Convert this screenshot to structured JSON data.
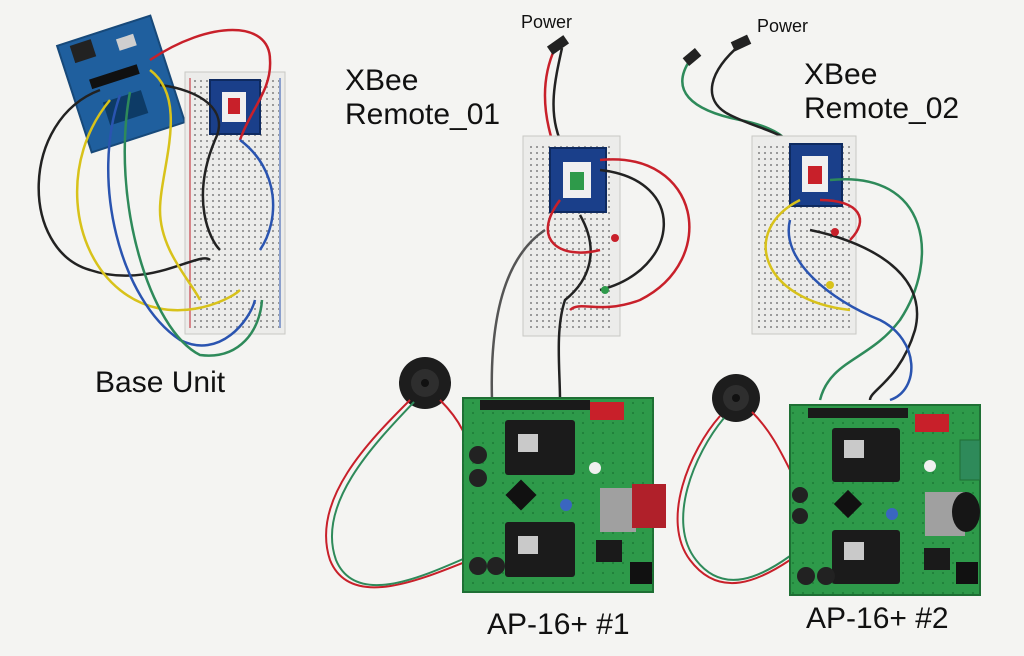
{
  "labels": {
    "power_1": "Power",
    "power_2": "Power",
    "xbee_remote_01_line1": "XBee",
    "xbee_remote_01_line2": "Remote_01",
    "xbee_remote_02_line1": "XBee",
    "xbee_remote_02_line2": "Remote_02",
    "base_unit": "Base Unit",
    "ap16_1": "AP-16+ #1",
    "ap16_2": "AP-16+ #2"
  },
  "objects": [
    "arduino-board",
    "base-breadboard",
    "xbee-module-base",
    "remote-01-breadboard",
    "xbee-module-remote-01",
    "remote-02-breadboard",
    "xbee-module-remote-02",
    "speaker-1",
    "speaker-2",
    "ap16-board-1",
    "ap16-board-2",
    "sd-card"
  ],
  "colors": {
    "background": "#f4f4f2",
    "pcb_green": "#2e9a4a",
    "arduino_blue": "#1f5f9e",
    "breadboard": "#ececea",
    "heatsink": "#1b1b1b",
    "wire_red": "#c8202a",
    "wire_black": "#222222",
    "wire_yellow": "#d8c21a",
    "wire_blue": "#2a54b0",
    "wire_green": "#2e8a5a",
    "sd_card_red": "#b0202a"
  }
}
